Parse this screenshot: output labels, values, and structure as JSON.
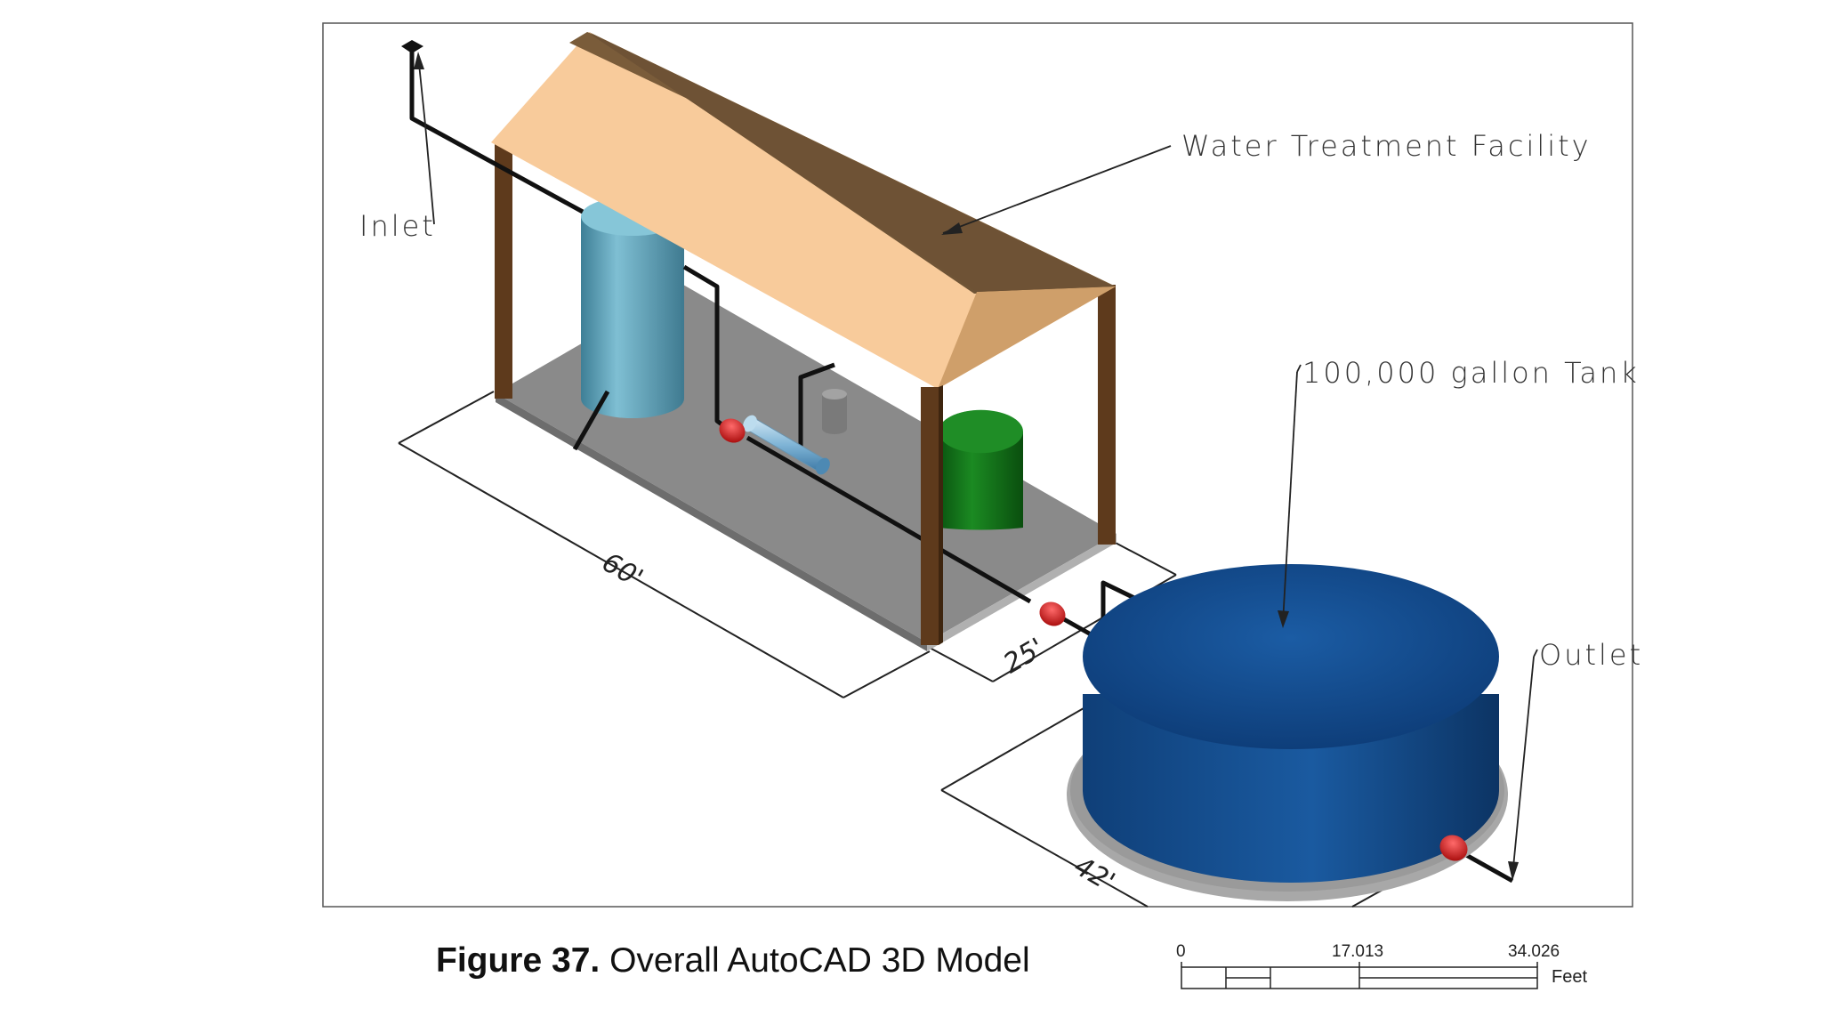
{
  "labels": {
    "inlet": "Inlet",
    "facility": "Water Treatment Facility",
    "tank": "100,000 gallon Tank",
    "outlet": "Outlet"
  },
  "dimensions": {
    "length": "60'",
    "width": "25'",
    "tank_diameter": "42'"
  },
  "caption": {
    "number": "Figure 37.",
    "text": "Overall AutoCAD 3D Model"
  },
  "scale_bar": {
    "tick_0": "0",
    "tick_1": "17.013",
    "tick_2": "34.026",
    "units": "Feet"
  },
  "colors": {
    "roof_front": "#f8cb9b",
    "roof_side": "#6f5436",
    "post": "#5e3a1c",
    "slab": "#8a8a8a",
    "filter_tank": "#5d9bb0",
    "green_tank": "#0f6a14",
    "storage_tank": "#124a8a",
    "valve": "#d01818",
    "pipe": "#111111"
  }
}
